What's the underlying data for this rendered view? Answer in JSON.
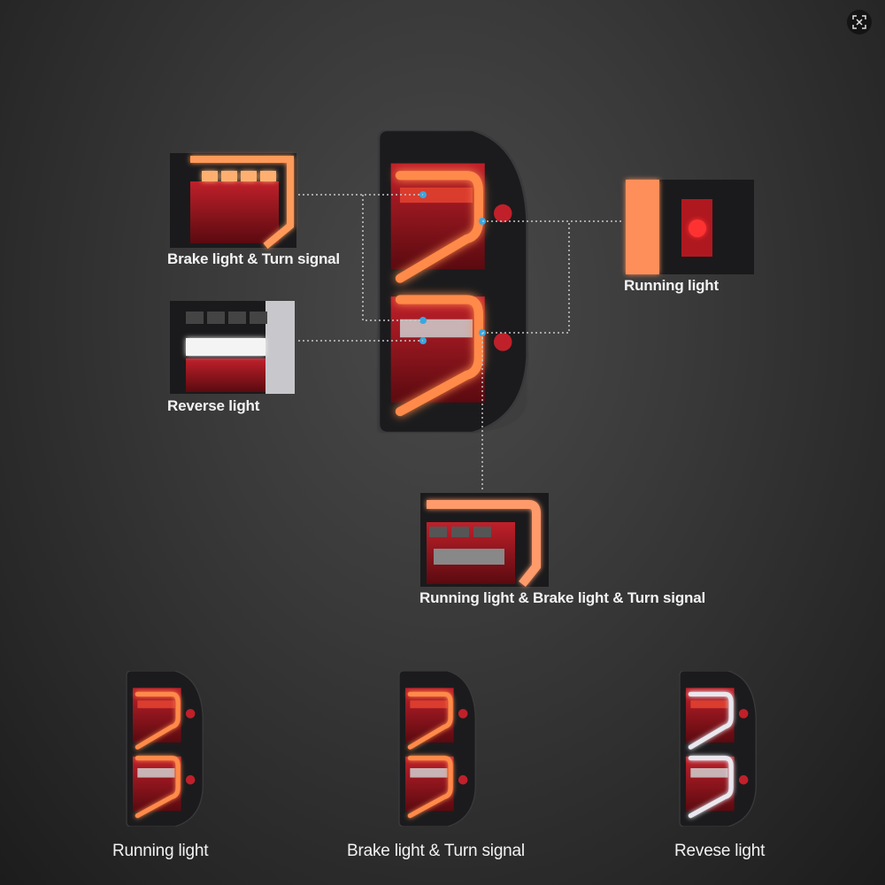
{
  "callouts": {
    "brake_turn": "Brake light & Turn signal",
    "reverse": "Reverse light",
    "running": "Running light",
    "combined": "Running light & Brake light & Turn signal"
  },
  "modes": [
    {
      "label": "Running light",
      "bar_color": "#ff8a4a"
    },
    {
      "label": "Brake light & Turn signal",
      "bar_color": "#ff8a4a"
    },
    {
      "label": "Revese light",
      "bar_color": "#e8e8ee"
    }
  ],
  "colors": {
    "glow": "#ff8a4a",
    "red_lens": "#a3121c",
    "housing": "#1a1a1c",
    "dots": "#bfbfbf"
  },
  "controls": {
    "fullscreen_icon": "expand-icon"
  }
}
